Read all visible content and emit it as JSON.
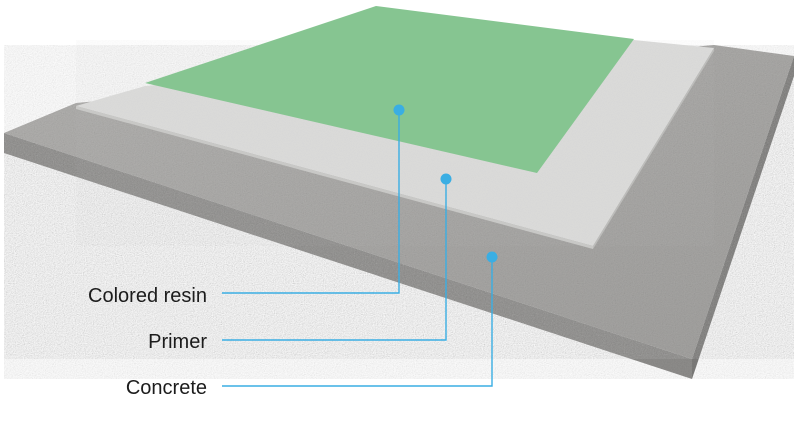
{
  "layers": [
    {
      "key": "resin",
      "label": "Colored resin",
      "color": "#86c591"
    },
    {
      "key": "primer",
      "label": "Primer",
      "color": "#dcdcdc"
    },
    {
      "key": "concrete",
      "label": "Concrete",
      "color": "#a9a9a7"
    }
  ],
  "leader_color": "#3aaee3"
}
